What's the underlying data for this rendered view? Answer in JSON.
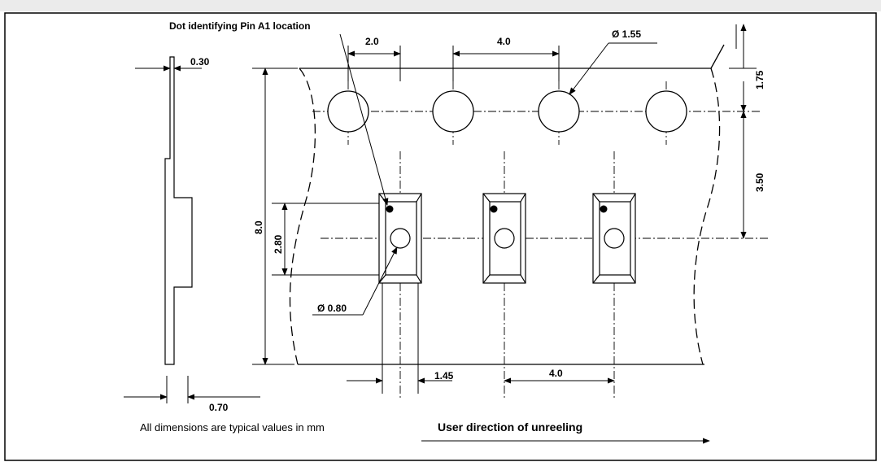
{
  "figure": {
    "title_fragment": "",
    "pin_note": "Dot identifying Pin A1 location",
    "units_note": "All dimensions are typical values in mm",
    "direction_note": "User direction of unreeling"
  },
  "dimensions": {
    "thickness": "0.30",
    "pocket_depth": "0.70",
    "tape_width": "8.0",
    "pocket_length": "2.80",
    "hole_to_pocket_pitch": "2.0",
    "sprocket_pitch": "4.0",
    "sprocket_hole_dia": "Ø 1.55",
    "edge_to_hole": "1.75",
    "hole_to_pocket_center": "3.50",
    "pocket_hole_dia": "Ø 0.80",
    "pocket_width": "1.45",
    "pocket_pitch": "4.0"
  }
}
